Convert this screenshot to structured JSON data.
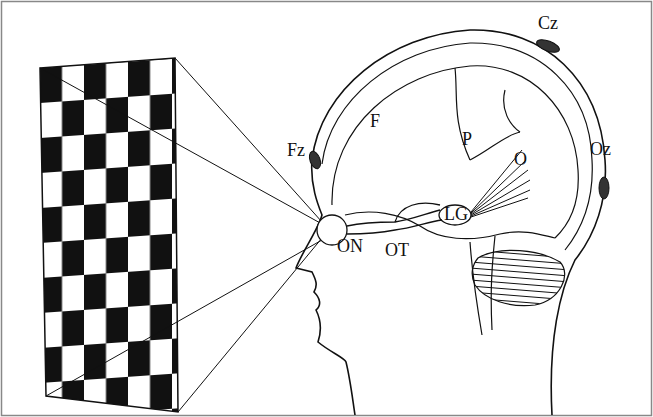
{
  "diagram": {
    "labels": [
      "Cz",
      "Fz",
      "F",
      "P",
      "O",
      "LG",
      "Oz",
      "ON",
      "OT"
    ]
  }
}
